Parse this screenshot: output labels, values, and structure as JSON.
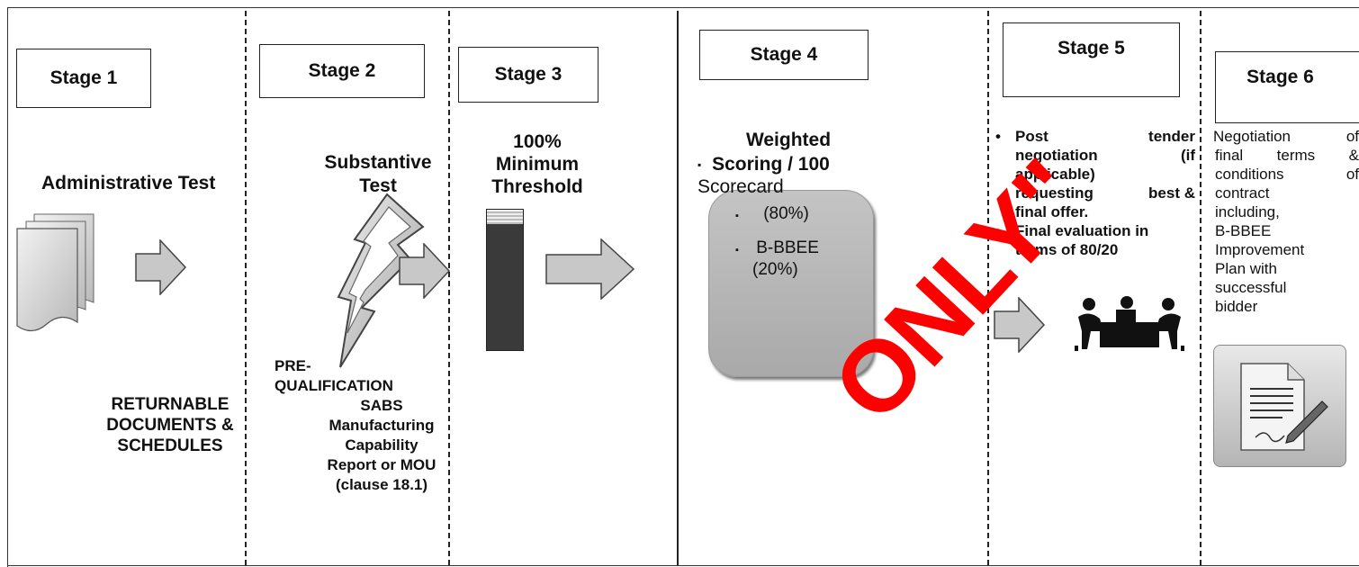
{
  "stages": [
    {
      "label": "Stage 1"
    },
    {
      "label": "Stage 2"
    },
    {
      "label": "Stage 3"
    },
    {
      "label": "Stage 4"
    },
    {
      "label": "Stage 5"
    },
    {
      "label": "Stage 6"
    }
  ],
  "stage1": {
    "title": "Administrative Test",
    "docs_lines": [
      "RETURNABLE",
      "DOCUMENTS &",
      "SCHEDULES"
    ]
  },
  "stage2": {
    "title_lines": [
      "Substantive",
      "Test"
    ],
    "prequal_lines": [
      "PRE-",
      "QUALIFICATION",
      "SABS",
      "Manufacturing",
      "Capability",
      "Report or MOU",
      "(clause 18.1)"
    ]
  },
  "stage3": {
    "title_lines": [
      "100%",
      "Minimum",
      "Threshold"
    ]
  },
  "stage4": {
    "title_lines": [
      "Weighted",
      "Scoring / 100"
    ],
    "scorecard": "Scorecard",
    "price_pct": "(80%)",
    "bbbee_label": "B-BBEE",
    "bbbee_pct": "(20%)"
  },
  "stage5": {
    "bullets": [
      [
        "Post",
        "tender"
      ],
      [
        "negotiation",
        "(if"
      ],
      [
        "applicable)"
      ],
      [
        "requesting",
        "best &"
      ],
      [
        "final offer."
      ]
    ],
    "bullet2": [
      "Final evaluation in",
      "terms of 80/20"
    ]
  },
  "stage6": {
    "lines": [
      [
        "Negotiation",
        "of"
      ],
      [
        "final",
        "terms",
        "&"
      ],
      [
        "conditions",
        "of"
      ],
      [
        "contract"
      ],
      [
        "including,"
      ],
      [
        "B-BBEE"
      ],
      [
        "Improvement"
      ],
      [
        "Plan with"
      ],
      [
        "successful"
      ],
      [
        "bidder"
      ]
    ]
  },
  "watermark": "ONLY\"",
  "colors": {
    "arrow_fill": "#c8c8c8",
    "threshold_bar": "#3a3a3a",
    "watermark": "#ff0000"
  },
  "icons": [
    "document-stack-icon",
    "lightning-icon",
    "arrow-right-icon",
    "meeting-icon",
    "signed-contract-icon"
  ]
}
